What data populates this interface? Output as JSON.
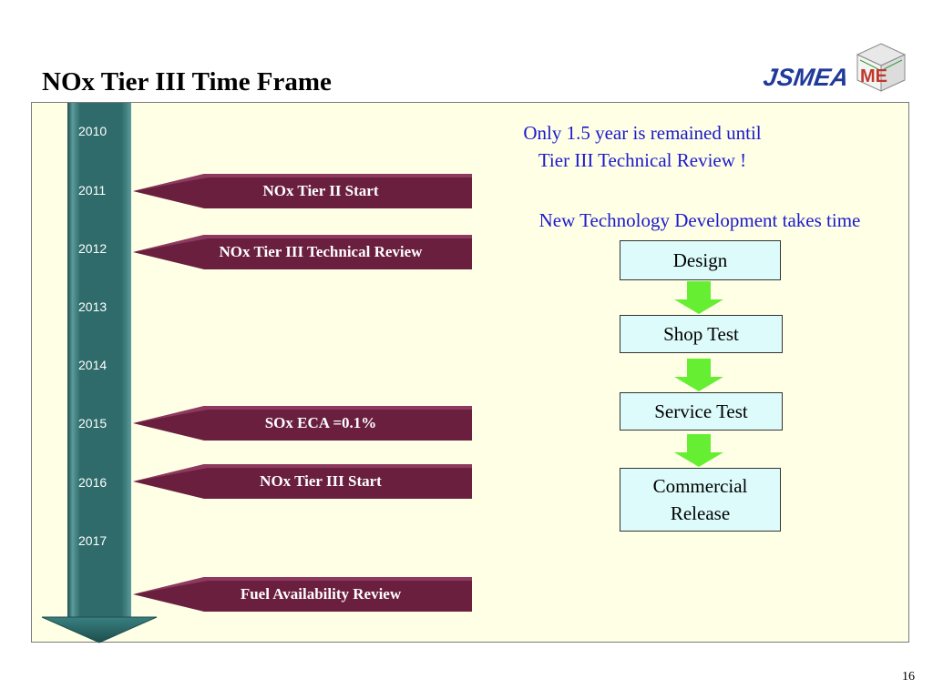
{
  "slide": {
    "title": "NOx Tier III Time Frame",
    "page_number": "16"
  },
  "logo": {
    "text": "JSMEA",
    "cube_text": "ME"
  },
  "timeline": {
    "years": [
      "2010",
      "2011",
      "2012",
      "2013",
      "2014",
      "2015",
      "2016",
      "2017"
    ],
    "events": [
      {
        "label": "NOx Tier II Start"
      },
      {
        "label": "NOx Tier III Technical Review"
      },
      {
        "label": "SOx ECA =0.1%"
      },
      {
        "label": "NOx Tier III Start"
      },
      {
        "label": "Fuel Availability Review"
      }
    ]
  },
  "notes": {
    "remaining": "Only 1.5 year is remained until Tier III Technical Review !",
    "development": "New Technology Development takes time"
  },
  "process": {
    "steps": [
      "Design",
      "Shop Test",
      "Service Test",
      "Commercial Release"
    ]
  },
  "colors": {
    "timeline_shaft": "#2f6b6b",
    "event_banner": "#6b1f3f",
    "note_text": "#1a1acc",
    "step_box": "#ddfbfb",
    "step_arrow": "#66ee33",
    "panel_bg": "#ffffe6"
  }
}
